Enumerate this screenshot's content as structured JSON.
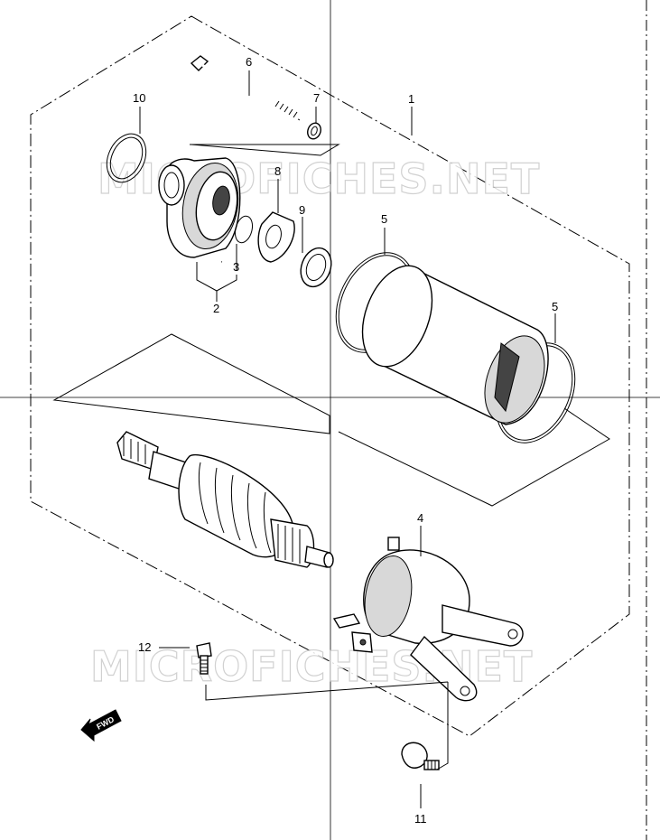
{
  "watermark": {
    "top": "MICROFICHES.NET",
    "bottom": "MICROFICHES.NET"
  },
  "callouts": {
    "p1": "1",
    "p2": "2",
    "p3": "3",
    "p4": "4",
    "p5a": "5",
    "p5b": "5",
    "p6": "6",
    "p7": "7",
    "p8": "8",
    "p9": "9",
    "p10": "10",
    "p11": "11",
    "p12": "12"
  },
  "fwd_label": "FWD"
}
